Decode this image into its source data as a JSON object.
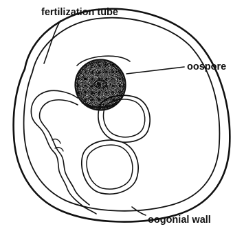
{
  "labels": {
    "fertilization_tube": "fertilization tube",
    "oospore": "oospore",
    "oogonial_wall": "oogonial wall"
  },
  "colors": {
    "ink": "#111111",
    "background": "#ffffff",
    "oospore_fill": "#e8e8e8"
  }
}
